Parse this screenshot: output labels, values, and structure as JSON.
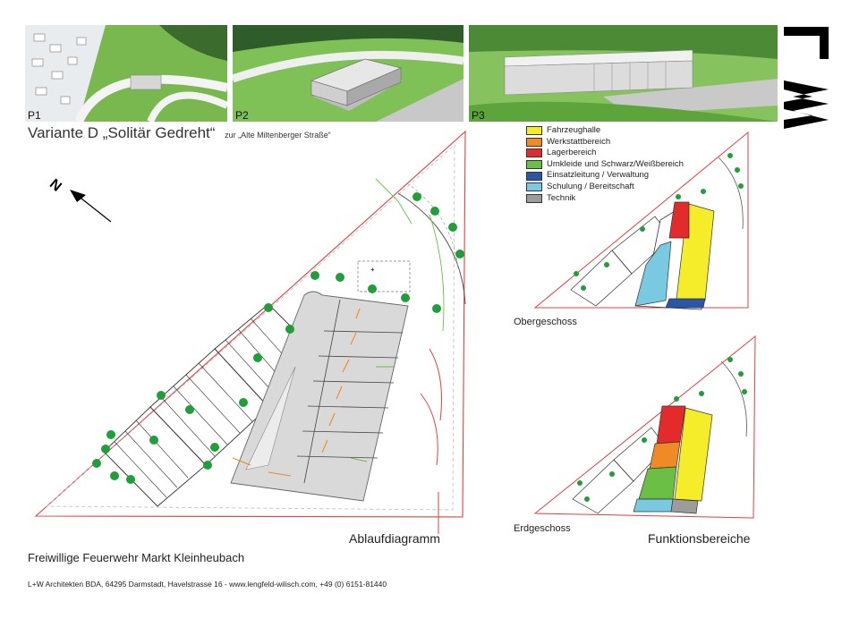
{
  "renders": [
    {
      "label": "P1"
    },
    {
      "label": "P2"
    },
    {
      "label": "P3"
    }
  ],
  "logo": {
    "letter1": "L",
    "letter2": "W"
  },
  "title": {
    "main": "Variante D „Solitär Gedreht“",
    "sub": "zur „Alte Miltenberger Straße“"
  },
  "north_arrow": {
    "label": "N"
  },
  "legend": [
    {
      "label": "Fahrzeughalle",
      "color": "#f5ec2a"
    },
    {
      "label": "Werkstattbereich",
      "color": "#f08a24"
    },
    {
      "label": "Lagerbereich",
      "color": "#e32b2b"
    },
    {
      "label": "Umkleide und Schwarz/Weißbereich",
      "color": "#6cbf45"
    },
    {
      "label": "Einsatzleitung / Verwaltung",
      "color": "#2a56a8"
    },
    {
      "label": "Schulung / Bereitschaft",
      "color": "#79c9e0"
    },
    {
      "label": "Technik",
      "color": "#9c9c9c"
    }
  ],
  "plans": {
    "obergeschoss": "Obergeschoss",
    "erdgeschoss": "Erdgeschoss",
    "ablauf": "Ablaufdiagramm",
    "funktion": "Funktionsbereiche"
  },
  "client": "Freiwillige Feuerwehr Markt Kleinheubach",
  "footer": "L+W Architekten BDA, 64295 Darmstadt, Havelstrasse 16 - www.lengfeld-wilisch.com, +49 (0) 6151-81440"
}
